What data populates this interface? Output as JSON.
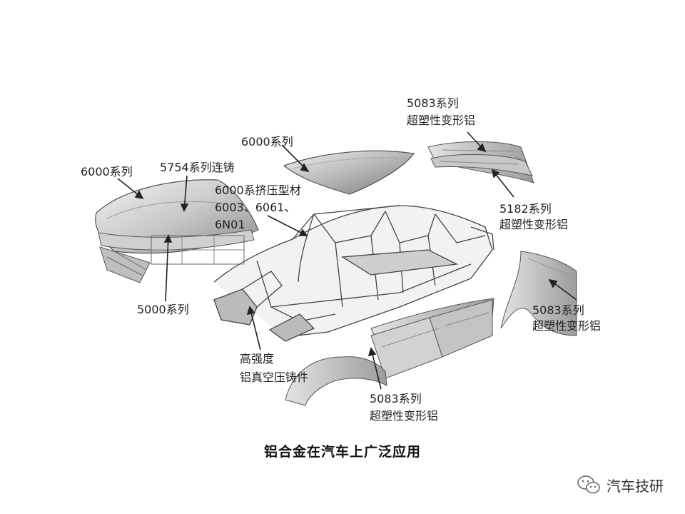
{
  "diagram": {
    "labels": {
      "hood_6000": "6000系列",
      "hood_5754": "5754系列连铸",
      "roof_6000": "6000系列",
      "frame_line1": "6000系挤压型材",
      "frame_line2": "6003、6061、",
      "frame_line3": "6N01",
      "hood_5000": "5000系列",
      "casting_line1": "高强度",
      "casting_line2": "铝真空压铸件",
      "tl_5083_line1": "5083系列",
      "tl_5083_line2": "超塑性变形铝",
      "tl_5182_line1": "5182系列",
      "tl_5182_line2": "超塑性变形铝",
      "fender_5083_line1": "5083系列",
      "fender_5083_line2": "超塑性变形铝",
      "door_5083_line1": "5083系列",
      "door_5083_line2": "超塑性变形铝"
    },
    "caption": "铝合金在汽车上广泛应用",
    "watermark": {
      "text": "汽车技研",
      "icon": "wechat-icon"
    }
  }
}
